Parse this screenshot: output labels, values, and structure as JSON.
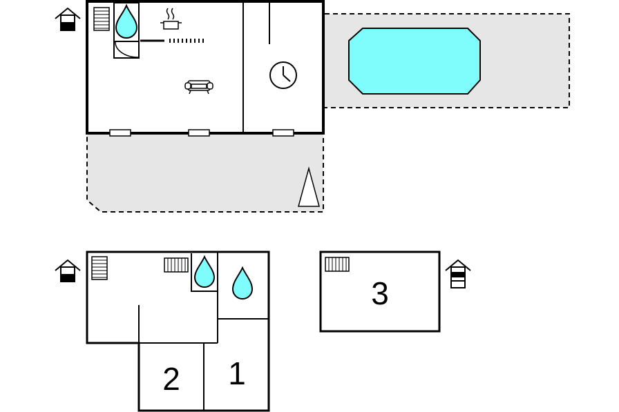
{
  "colors": {
    "wall": "#000000",
    "outdoor_area": "#e6e6e6",
    "pool_water": "#7ffcfc",
    "water_drop": "#7ffcfc",
    "background": "#ffffff"
  },
  "icons": [
    "house-icon",
    "stairs-icon",
    "water-drop-icon",
    "cooking-pot-icon",
    "sofa-icon",
    "clock-icon",
    "radiator-icon",
    "tree-icon",
    "pool-shape"
  ],
  "rooms": {
    "bedroom_1": {
      "label": "1"
    },
    "bedroom_2": {
      "label": "2"
    },
    "bedroom_3": {
      "label": "3"
    }
  }
}
